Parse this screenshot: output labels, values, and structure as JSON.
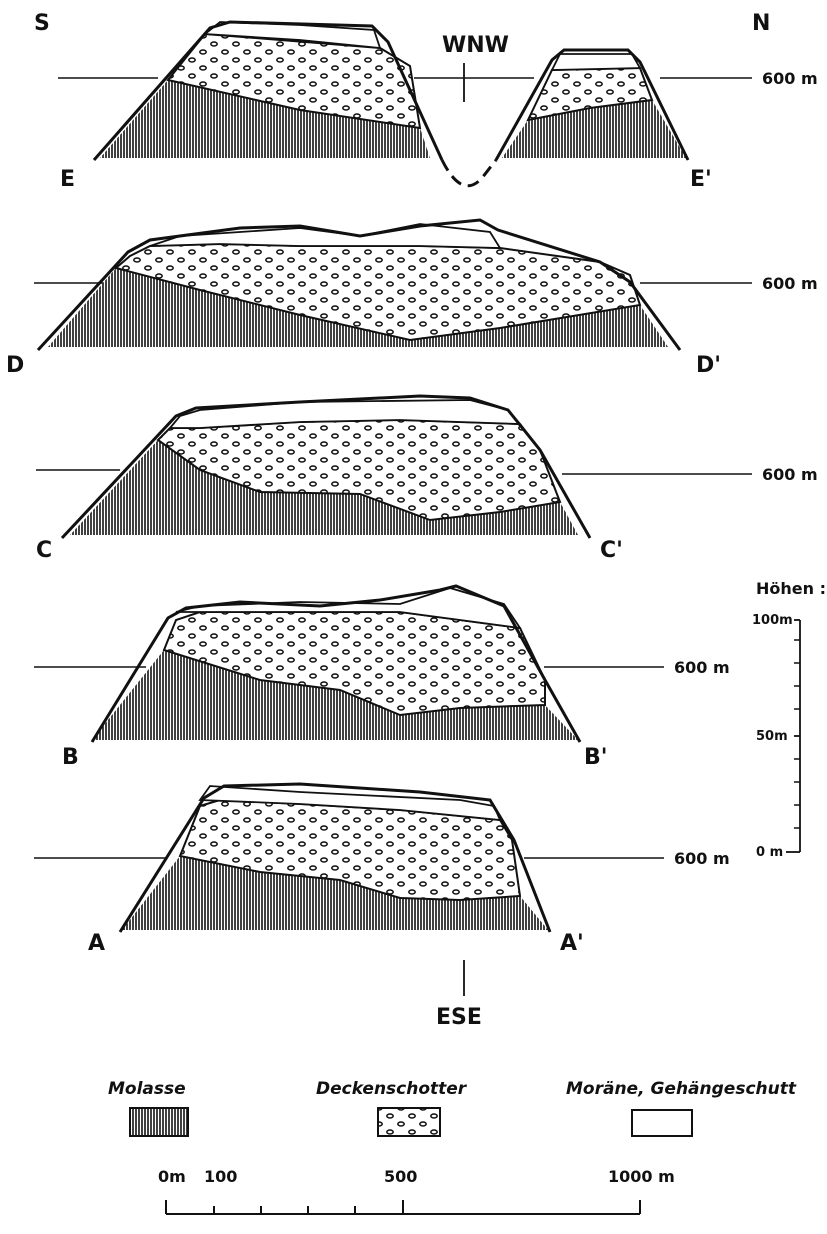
{
  "orientation": {
    "south": "S",
    "north": "N",
    "top_direction": "WNW",
    "bottom_direction": "ESE"
  },
  "sections": [
    {
      "id": "E",
      "left": "E",
      "right": "E'",
      "elevation": "600 m"
    },
    {
      "id": "D",
      "left": "D",
      "right": "D'",
      "elevation": "600 m"
    },
    {
      "id": "C",
      "left": "C",
      "right": "C'",
      "elevation": "600 m"
    },
    {
      "id": "B",
      "left": "B",
      "right": "B'",
      "elevation": "600 m"
    },
    {
      "id": "A",
      "left": "A",
      "right": "A'",
      "elevation": "600 m"
    }
  ],
  "height_scale": {
    "title": "Höhen :",
    "ticks": [
      "100m",
      "50m",
      "0 m"
    ]
  },
  "legend": [
    {
      "label": "Molasse",
      "pattern": "vertical-hatch"
    },
    {
      "label": "Deckenschotter",
      "pattern": "gravel"
    },
    {
      "label": "Moräne, Gehängeschutt",
      "pattern": "blank"
    }
  ],
  "distance_scale": {
    "labels": [
      "0m",
      "100",
      "500",
      "1000 m"
    ]
  },
  "colors": {
    "ink": "#111111",
    "paper": "#ffffff"
  }
}
